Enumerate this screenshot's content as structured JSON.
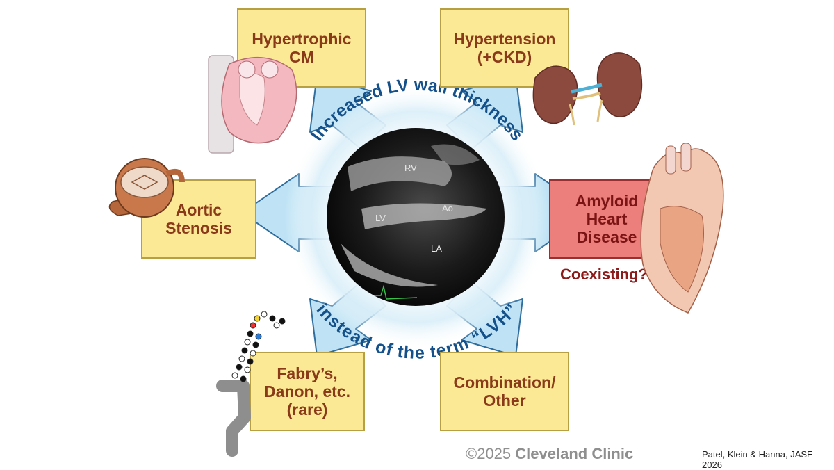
{
  "center": {
    "arc_top": "Increased LV wall thickness",
    "arc_bottom": "instead of the term “LVH”",
    "echo_labels": {
      "rv": "RV",
      "lv": "LV",
      "ao": "Ao",
      "la": "LA"
    }
  },
  "boxes": {
    "hcm": {
      "lines": [
        "Hypertrophic",
        "CM"
      ]
    },
    "htn": {
      "lines": [
        "Hypertension",
        "(+CKD)"
      ]
    },
    "as": {
      "lines": [
        "Aortic",
        "Stenosis"
      ]
    },
    "amyloid": {
      "lines": [
        "Amyloid",
        "Heart",
        "Disease"
      ]
    },
    "fabry": {
      "lines": [
        "Fabry’s,",
        "Danon, etc.",
        "(rare)"
      ]
    },
    "combo": {
      "lines": [
        "Combination/",
        "Other"
      ]
    }
  },
  "coexisting": "Coexisting?",
  "footer": {
    "copyright_symbol_year": "©2025",
    "copyright_org": "Cleveland Clinic",
    "citation": "Patel, Klein & Hanna, JASE 2026"
  },
  "colors": {
    "box_fill": "#fbe995",
    "amyloid_fill": "#ec7f7b",
    "arrow_fill": "#bfe3f5",
    "arrow_stroke": "#2f6e9e",
    "arc_text": "#14508a",
    "box_text": "#8a3a18"
  },
  "icons": [
    "heart-hcm-icon",
    "kidneys-icon",
    "aortic-valve-icon",
    "heart-amyloid-icon",
    "molecule-icon"
  ]
}
